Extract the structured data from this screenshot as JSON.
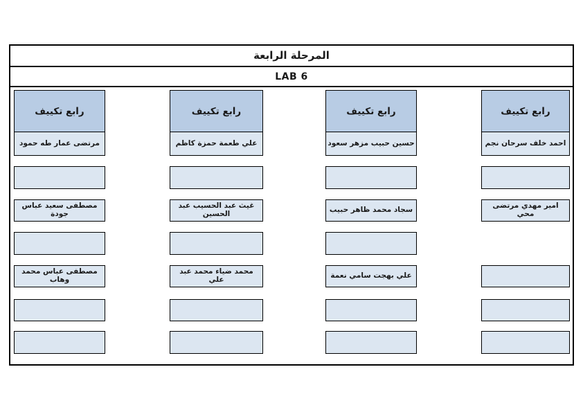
{
  "page": {
    "title": "المرحلة الرابعة",
    "lab_label": "LAB 6"
  },
  "colors": {
    "header_fill": "#b8cce4",
    "cell_fill": "#dce6f1",
    "border": "#000000",
    "page_background": "#ffffff"
  },
  "columns": [
    {
      "header": "رابع تكييف",
      "slots": [
        {
          "name": "مرتضى عمار طه حمود",
          "box": true
        },
        {
          "name": "",
          "box": true
        },
        {
          "name": "مصطفى سعيد عباس جودة",
          "box": true
        },
        {
          "name": "",
          "box": true
        },
        {
          "name": "مصطفى عباس محمد وهاب",
          "box": true
        },
        {
          "name": "",
          "box": true
        },
        {
          "name": "",
          "box": true
        }
      ]
    },
    {
      "header": "رابع تكييف",
      "slots": [
        {
          "name": "علي طعمة حمزة كاظم",
          "box": true
        },
        {
          "name": "",
          "box": true
        },
        {
          "name": "غيث عبد الحسيب عبد الحسين",
          "box": true
        },
        {
          "name": "",
          "box": true
        },
        {
          "name": "محمد ضياء محمد عبد علي",
          "box": true
        },
        {
          "name": "",
          "box": true
        },
        {
          "name": "",
          "box": true
        }
      ]
    },
    {
      "header": "رابع تكييف",
      "slots": [
        {
          "name": "حسين حبيب مزهر سعود",
          "box": true
        },
        {
          "name": "",
          "box": true
        },
        {
          "name": "سجاد محمد ظاهر حبيب",
          "box": true
        },
        {
          "name": "",
          "box": true
        },
        {
          "name": "علي بهجت سامي نعمة",
          "box": true
        },
        {
          "name": "",
          "box": true
        },
        {
          "name": "",
          "box": true
        }
      ]
    },
    {
      "header": "رابع تكييف",
      "slots": [
        {
          "name": "احمد خلف سرحان نجم",
          "box": true
        },
        {
          "name": "",
          "box": true
        },
        {
          "name": "امير مهدي مرتضى محي",
          "box": true
        },
        {
          "name": "",
          "box": false
        },
        {
          "name": "",
          "box": true
        },
        {
          "name": "",
          "box": true
        },
        {
          "name": "",
          "box": true
        }
      ]
    }
  ]
}
